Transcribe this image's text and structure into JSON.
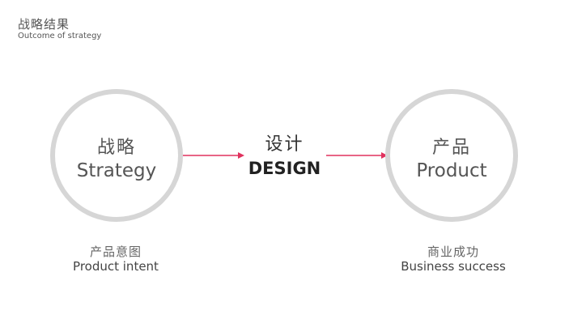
{
  "heading": {
    "title_zh": "战略结果",
    "title_en": "Outcome of strategy"
  },
  "nodes": {
    "left": {
      "zh": "战略",
      "en": "Strategy",
      "caption_zh": "产品意图",
      "caption_en": "Product intent"
    },
    "center": {
      "zh": "设计",
      "en": "DESIGN"
    },
    "right": {
      "zh": "产品",
      "en": "Product",
      "caption_zh": "商业成功",
      "caption_en": "Business success"
    }
  },
  "colors": {
    "arrow": "#e0325e",
    "circle_border": "#d6d6d6"
  }
}
